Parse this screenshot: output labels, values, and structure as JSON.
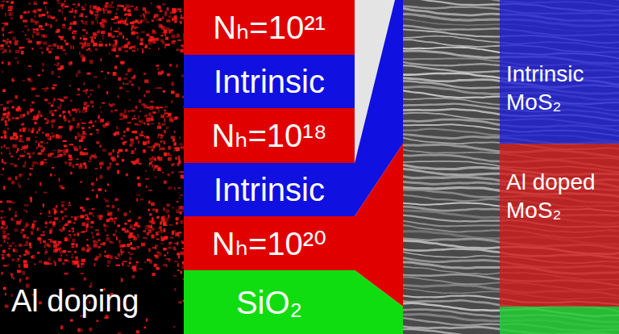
{
  "diagram": {
    "nodes": [
      {
        "text": [
          "Nₕ=10²¹"
        ]
      },
      {
        "text": [
          "Intrinsic"
        ]
      },
      {
        "text": [
          "Nₕ=10¹⁸"
        ]
      },
      {
        "text": [
          "Intrinsic"
        ]
      },
      {
        "text": [
          "Nₕ=10²⁰"
        ]
      },
      {
        "text": [
          "SiO₂"
        ]
      },
      {
        "text": [
          "Intrinsic MoS₂"
        ]
      },
      {
        "text": [
          "Al doped MoS₂"
        ]
      }
    ],
    "labels": [
      "Al doping"
    ]
  }
}
